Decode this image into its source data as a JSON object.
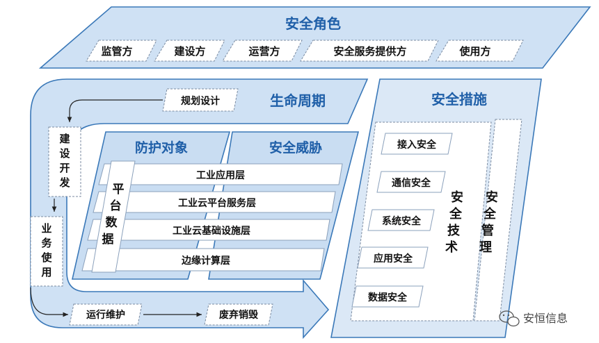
{
  "roles": {
    "title": "安全角色",
    "items": [
      "监管方",
      "建设方",
      "运营方",
      "安全服务提供方",
      "使用方"
    ]
  },
  "lifecycle": {
    "title": "生命周期",
    "planning": "规划设计",
    "build": "建设开发",
    "use": "业务使用",
    "ops": "运行维护",
    "retire": "废弃销毁"
  },
  "protect": {
    "title": "防护对象",
    "threat_title": "安全威胁",
    "platform_data": "平台数据",
    "layers": [
      "工业应用层",
      "工业云平台服务层",
      "工业云基础设施层",
      "边缘计算层"
    ]
  },
  "measures": {
    "title": "安全措施",
    "tech_title": "安全技术",
    "mgmt_title": "安全管理",
    "tech_items": [
      "接入安全",
      "通信安全",
      "系统安全",
      "应用安全",
      "数据安全"
    ]
  },
  "watermark": "安恒信息"
}
